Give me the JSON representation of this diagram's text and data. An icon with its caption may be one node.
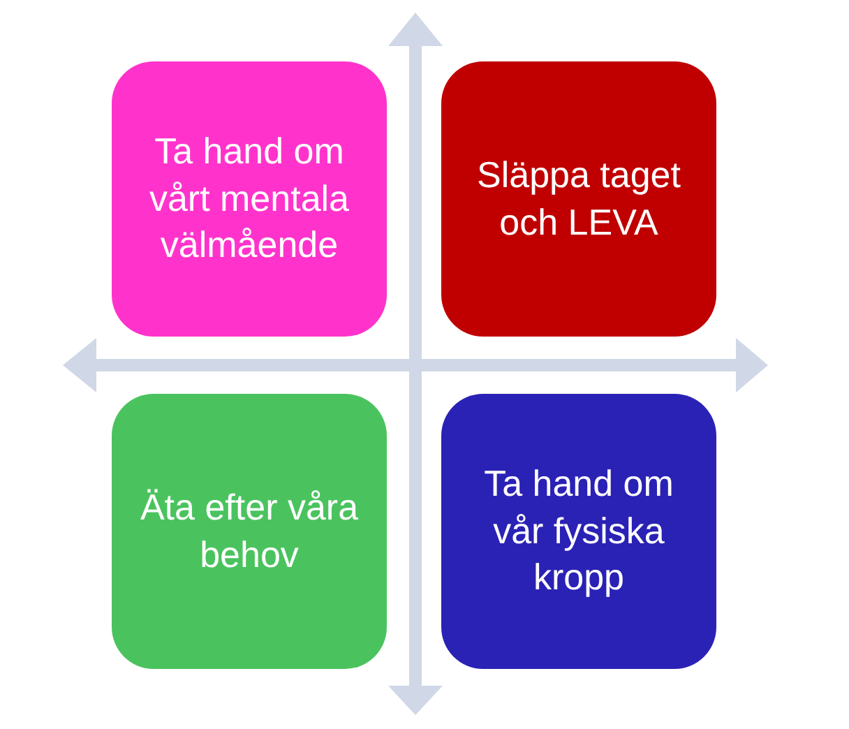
{
  "diagram": {
    "nodes": [
      {
        "text": [
          "Ta hand om vårt mentala välmående"
        ]
      },
      {
        "text": [
          "Släppa taget och LEVA"
        ]
      },
      {
        "text": [
          "Äta efter våra behov"
        ]
      },
      {
        "text": [
          "Ta hand om vår fysiska kropp"
        ]
      }
    ]
  }
}
